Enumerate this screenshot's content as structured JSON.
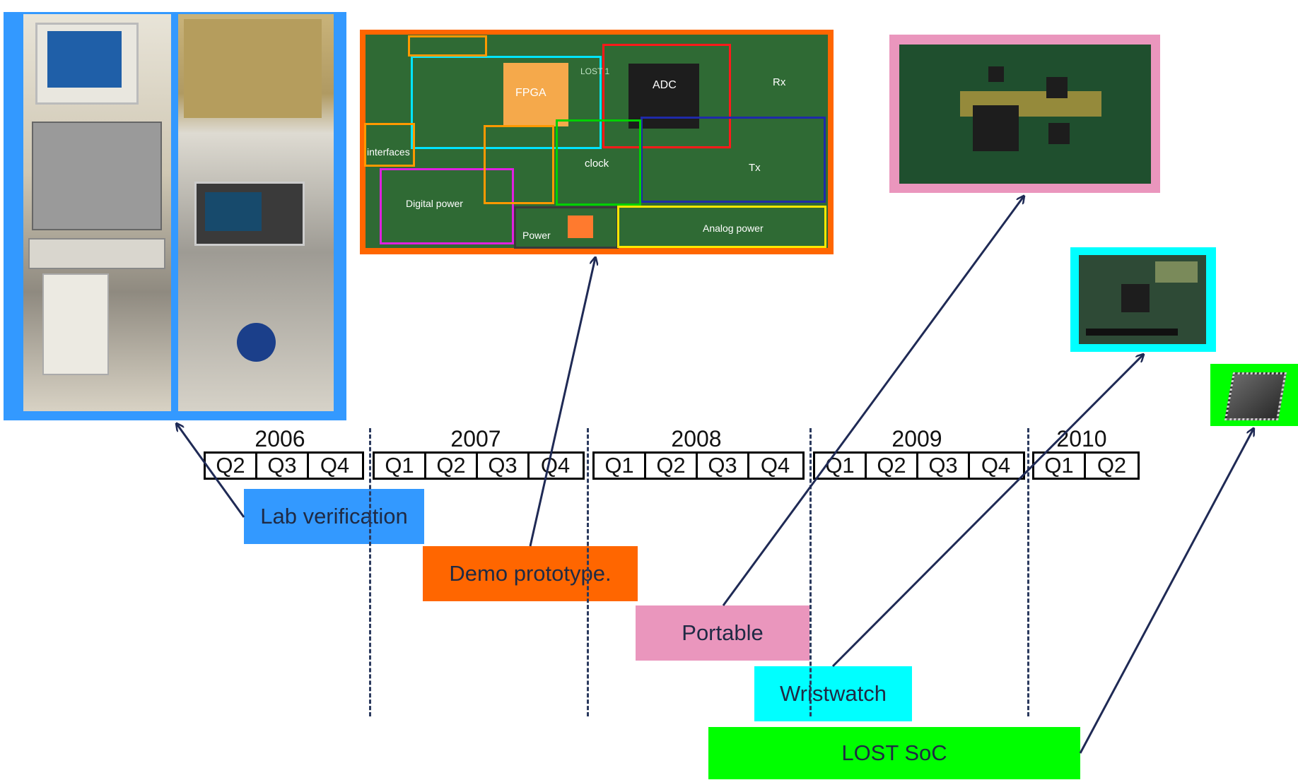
{
  "timeline": {
    "years": [
      "2006",
      "2007",
      "2008",
      "2009",
      "2010"
    ],
    "groups": [
      [
        "Q2",
        "Q3",
        "Q4"
      ],
      [
        "Q1",
        "Q2",
        "Q3",
        "Q4"
      ],
      [
        "Q1",
        "Q2",
        "Q3",
        "Q4"
      ],
      [
        "Q1",
        "Q2",
        "Q3",
        "Q4"
      ],
      [
        "Q1",
        "Q2"
      ]
    ]
  },
  "phases": [
    {
      "label": "Lab verification",
      "color": "#3399ff"
    },
    {
      "label": "Demo prototype.",
      "color": "#ff6600"
    },
    {
      "label": "Portable",
      "color": "#ea96bd"
    },
    {
      "label": "Wristwatch",
      "color": "#00ffff"
    },
    {
      "label": "LOST SoC",
      "color": "#00ff00"
    }
  ],
  "board": {
    "labels": {
      "fpga": "FPGA",
      "adc": "ADC",
      "rx": "Rx",
      "tx": "Tx",
      "interfaces": "interfaces",
      "clock": "clock",
      "digital_power": "Digital power",
      "power": "Power",
      "analog_power": "Analog power",
      "lost": "LOST 1"
    }
  },
  "arrow_color": "#1f2a55"
}
